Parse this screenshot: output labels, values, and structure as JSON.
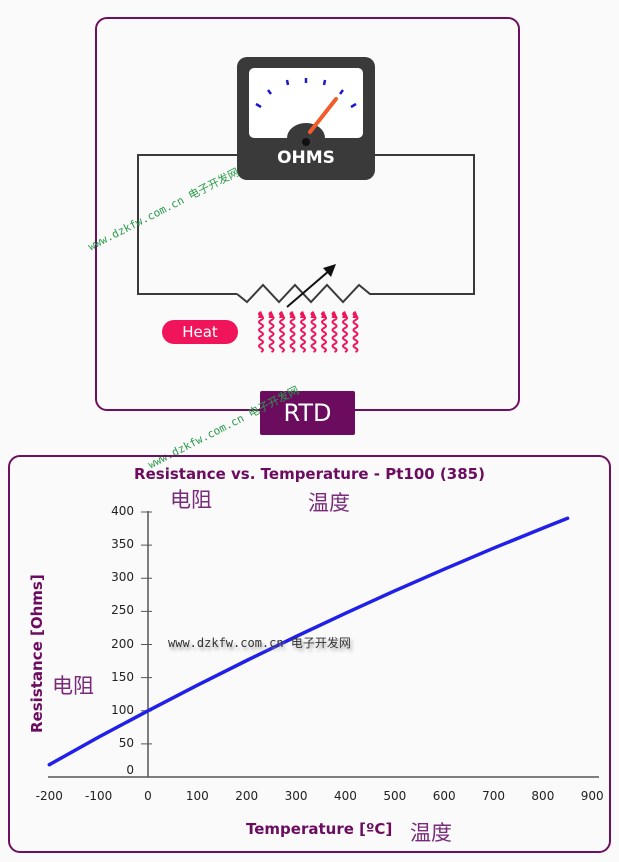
{
  "diagram": {
    "meter_label": "OHMS",
    "heat_label": "Heat",
    "rtd_label": "RTD",
    "colors": {
      "frame": "#6d1060",
      "heat": "#f0145a",
      "meter": "#3a3a3a",
      "needle": "#f25c2a",
      "ticks": "#1a1acc"
    }
  },
  "annotations": {
    "resistance_cn": "电阻",
    "temperature_cn": "温度"
  },
  "watermarks": [
    "www.dzkfw.com.cn 电子开发网"
  ],
  "chart_data": {
    "type": "line",
    "title": "Resistance  vs. Temperature - Pt100 (385)",
    "xlabel": "Temperature [ºC]",
    "ylabel": "Resistance [Ohms]",
    "xlim": [
      -200,
      900
    ],
    "ylim": [
      0,
      400
    ],
    "xticks": [
      "-200",
      "-100",
      "0",
      "100",
      "200",
      "300",
      "400",
      "500",
      "600",
      "700",
      "800",
      "900"
    ],
    "yticks": [
      "0",
      "50",
      "100",
      "150",
      "200",
      "250",
      "300",
      "350",
      "400"
    ],
    "grid": false,
    "series": [
      {
        "name": "Pt100 (385)",
        "color": "#2020e8",
        "x": [
          -200,
          -100,
          0,
          100,
          200,
          300,
          400,
          500,
          600,
          700,
          800,
          850
        ],
        "y": [
          18.5,
          60.3,
          100,
          138.5,
          175.9,
          212.1,
          247.1,
          281.0,
          313.7,
          345.3,
          375.7,
          390.5
        ]
      }
    ]
  }
}
